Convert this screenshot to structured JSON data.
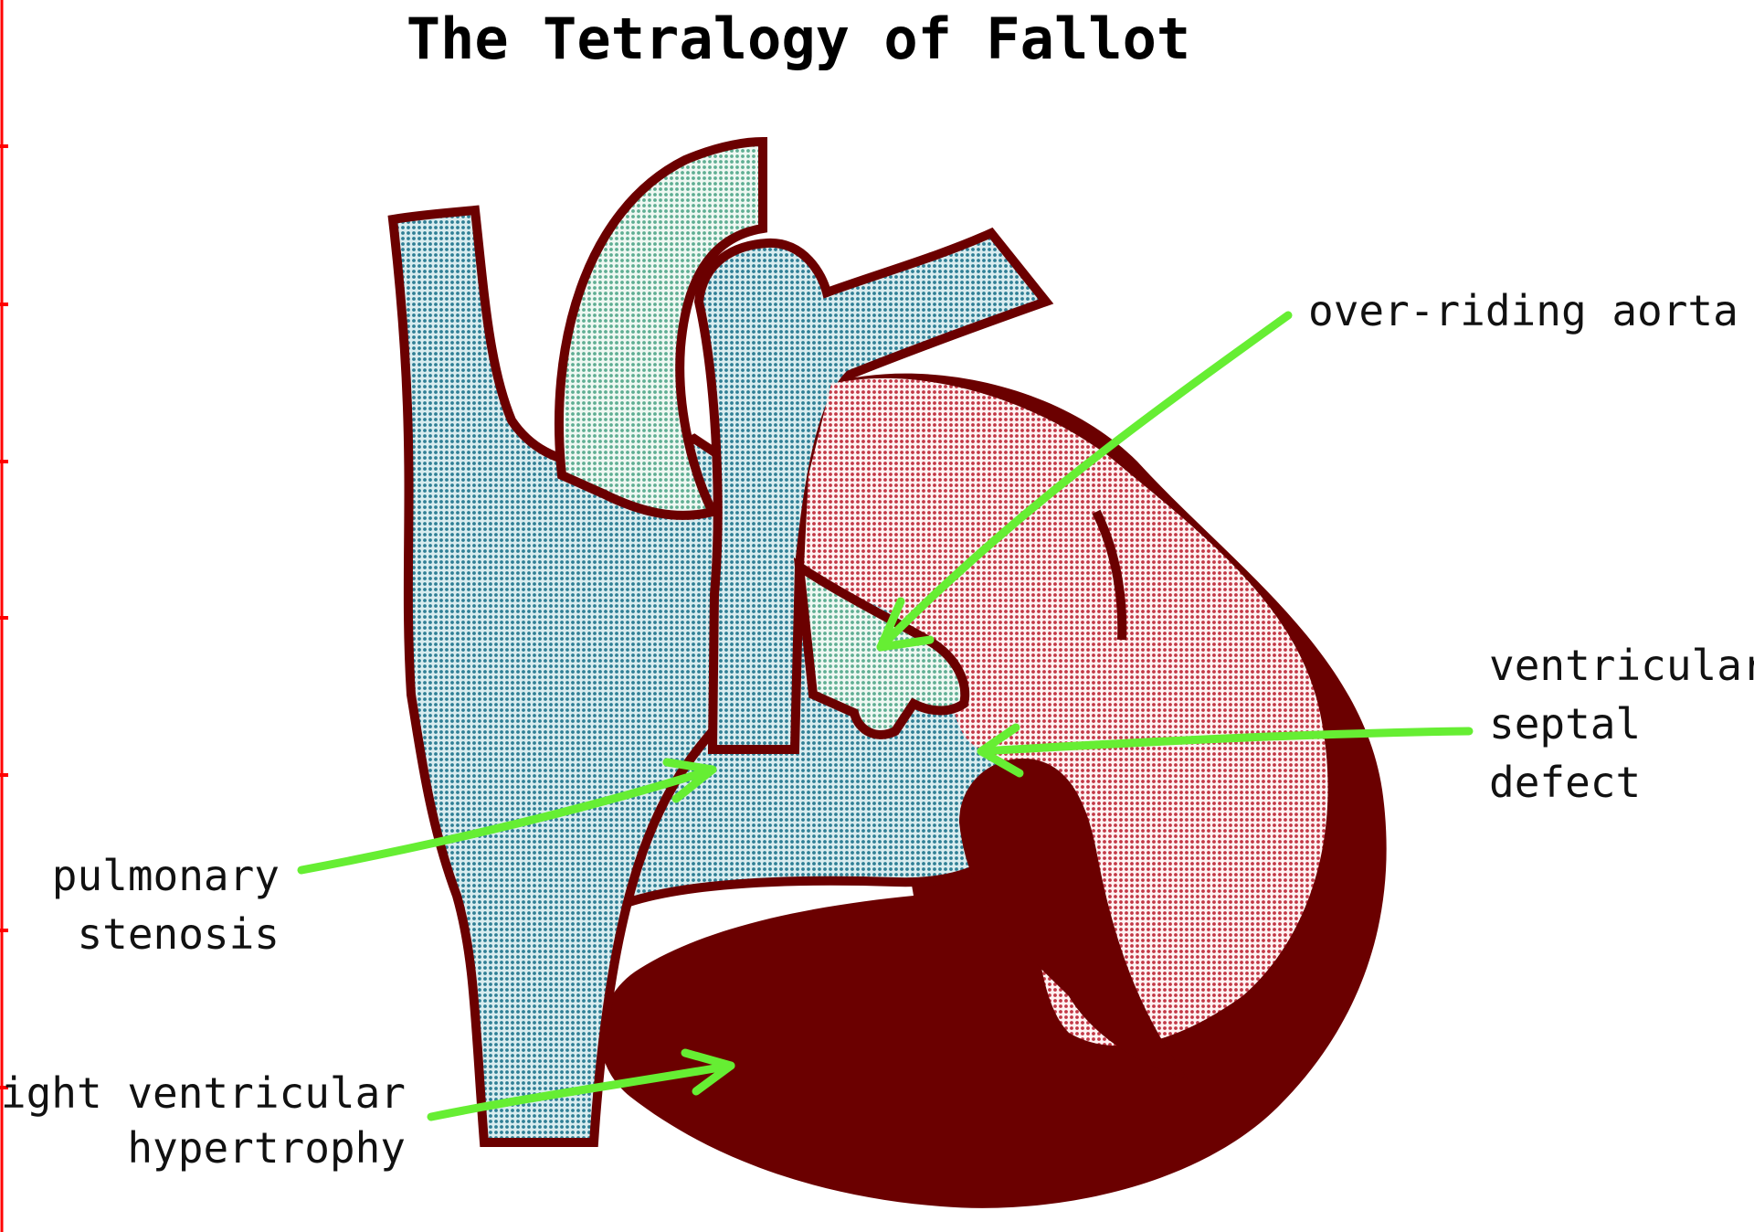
{
  "title": "The Tetralogy of Fallot",
  "labels": {
    "over_riding_aorta": "over-riding aorta",
    "ventricular_septal_defect": [
      "ventricular",
      "septal",
      "defect"
    ],
    "pulmonary_stenosis": [
      "pulmonary",
      "stenosis"
    ],
    "right_ventricular_hypertrophy": [
      "right ventricular",
      "hypertrophy"
    ]
  },
  "colors": {
    "muscle_wall": "#6b0000",
    "deoxygenated_blood": "#5f9fb0",
    "oxygenated_blood": "#d47e86",
    "mixed_blood": "#9ccfb4",
    "arrow": "#66ee33",
    "edge_marks": "#ff0000"
  }
}
